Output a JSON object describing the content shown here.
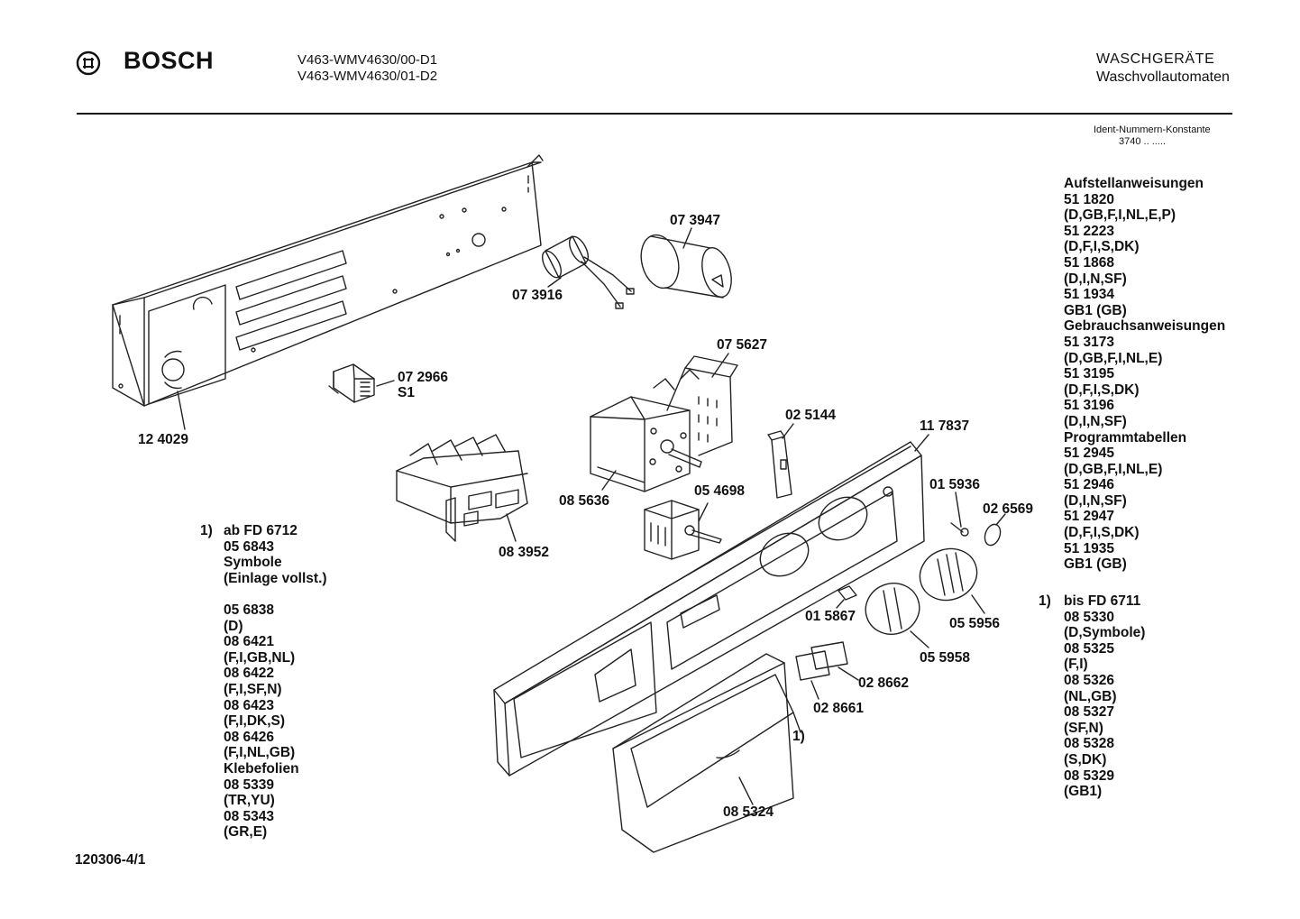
{
  "header": {
    "brand": "BOSCH",
    "models": [
      "V463-WMV4630/00-D1",
      "V463-WMV4630/01-D2"
    ],
    "category": [
      "WASCHGERÄTE",
      "Waschvollautomaten"
    ],
    "ident_label": "Ident-Nummern-Konstante",
    "ident_value": "3740  ..  ....."
  },
  "right_list": [
    "Aufstellanweisungen",
    "51 1820",
    "(D,GB,F,I,NL,E,P)",
    "51 2223",
    "(D,F,I,S,DK)",
    "51 1868",
    "(D,I,N,SF)",
    "51 1934",
    "GB1 (GB)",
    "Gebrauchsanweisungen",
    "51 3173",
    "(D,GB,F,I,NL,E)",
    "51 3195",
    "(D,F,I,S,DK)",
    "51 3196",
    "(D,I,N,SF)",
    "Programmtabellen",
    "51 2945",
    "(D,GB,F,I,NL,E)",
    "51 2946",
    "(D,I,N,SF)",
    "51 2947",
    "(D,F,I,S,DK)",
    "51 1935",
    "GB1 (GB)"
  ],
  "note_left": {
    "marker": "1)",
    "lines": [
      "ab FD 6712",
      "05 6843",
      "Symbole",
      "(Einlage vollst.)",
      "",
      "05 6838",
      "(D)",
      "08 6421",
      "(F,I,GB,NL)",
      "08 6422",
      "(F,I,SF,N)",
      "08 6423",
      "(F,I,DK,S)",
      "08 6426",
      "(F,I,NL,GB)",
      "Klebefolien",
      "08 5339",
      "(TR,YU)",
      "08 5343",
      "(GR,E)"
    ]
  },
  "note_right": {
    "marker": "1)",
    "lines": [
      "bis FD 6711",
      "08 5330",
      "(D,Symbole)",
      "08 5325",
      "(F,I)",
      "08 5326",
      "(NL,GB)",
      "08 5327",
      "(SF,N)",
      "08 5328",
      "(S,DK)",
      "08 5329",
      "(GB1)"
    ]
  },
  "parts": {
    "p124029": "12 4029",
    "p073947": "07 3947",
    "p073916": "07 3916",
    "p075627": "07 5627",
    "p072966": "07 2966",
    "s1": "S1",
    "p025144": "02 5144",
    "p117837": "11 7837",
    "p085636": "08 5636",
    "p054698": "05 4698",
    "p083952": "08 3952",
    "p015936": "01 5936",
    "p026569": "02 6569",
    "p015867": "01 5867",
    "p055956": "05 5956",
    "p055958": "05 5958",
    "p028662": "02 8662",
    "p028661": "02 8661",
    "ref1": "1)",
    "p085324": "08 5324"
  },
  "footer": "120306-4/1"
}
